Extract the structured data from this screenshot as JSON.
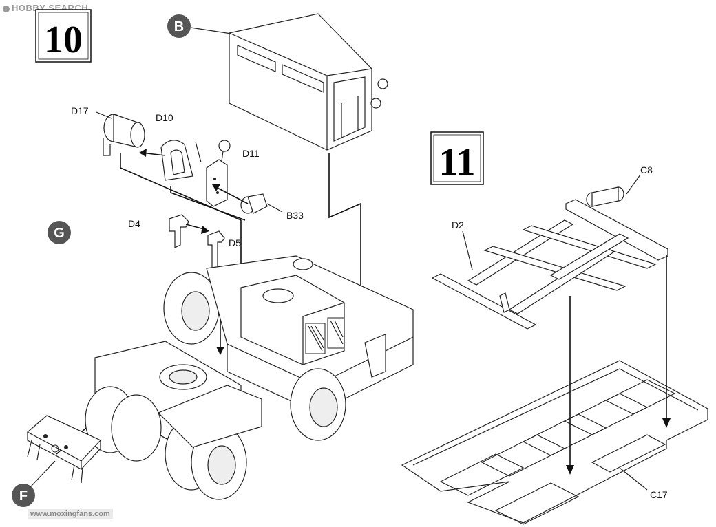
{
  "watermark_top": "HOBBY SEARCH",
  "watermark_bottom": "www.moxingfans.com",
  "steps": [
    {
      "number": "10"
    },
    {
      "number": "11"
    }
  ],
  "subassemblies": [
    "B",
    "G",
    "F"
  ],
  "part_labels": {
    "d17": "D17",
    "d10": "D10",
    "d11": "D11",
    "b33": "B33",
    "d4": "D4",
    "d5": "D5",
    "c8": "C8",
    "d2": "D2",
    "c17": "C17"
  },
  "colors": {
    "line": "#222222",
    "callout_fill": "#555555",
    "watermark": "#888888"
  }
}
